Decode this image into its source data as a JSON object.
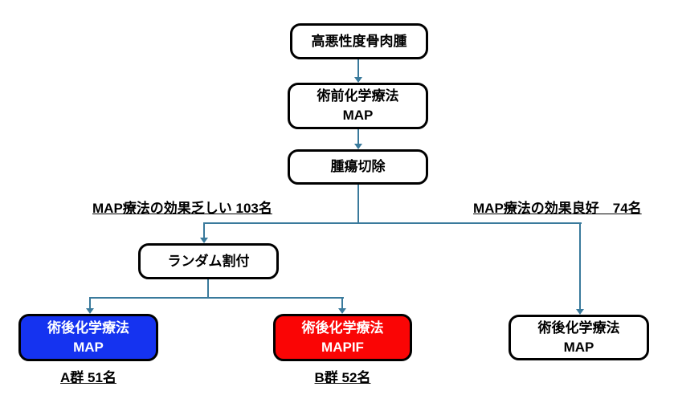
{
  "nodes": {
    "osteosarcoma": {
      "label": "高悪性度骨肉腫"
    },
    "preop_chemo": {
      "line1": "術前化学療法",
      "line2": "MAP"
    },
    "tumor_resection": {
      "label": "腫瘍切除"
    },
    "randomization": {
      "label": "ランダム割付"
    },
    "arm_a": {
      "line1": "術後化学療法",
      "line2": "MAP"
    },
    "arm_b": {
      "line1": "術後化学療法",
      "line2": "MAPIF"
    },
    "good_response_arm": {
      "line1": "術後化学療法",
      "line2": "MAP"
    }
  },
  "branch_labels": {
    "poor_response": "MAP療法の効果乏しい 103名",
    "good_response": "MAP療法の効果良好　74名"
  },
  "group_labels": {
    "group_a": "A群 51名",
    "group_b": "B群 52名"
  },
  "colors": {
    "arm_a_fill": "#1533F0",
    "arm_b_fill": "#FA0505",
    "connector": "#3A7A9C",
    "node_border": "#000000",
    "background": "#FFFFFF"
  }
}
